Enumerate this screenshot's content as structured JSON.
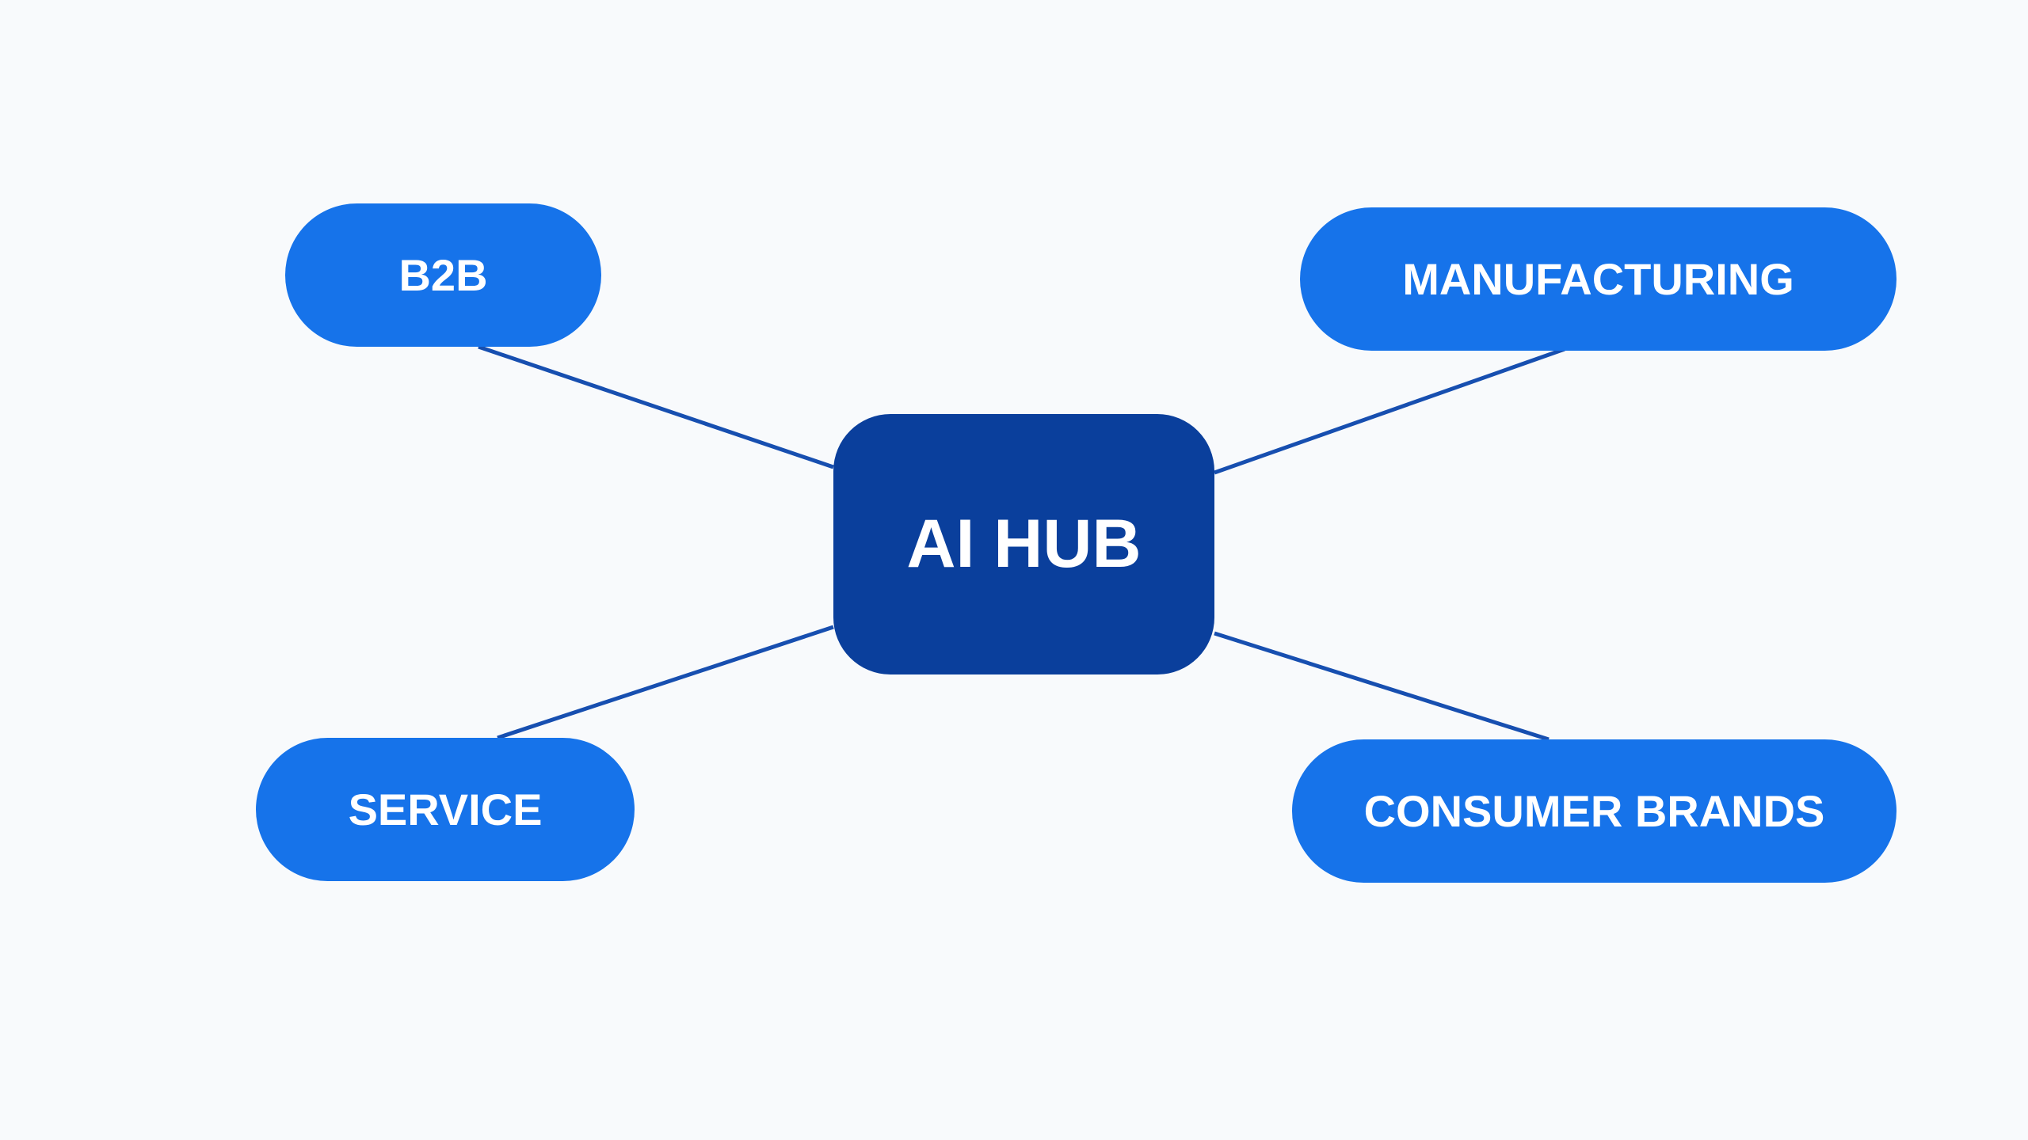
{
  "hub": {
    "label": "AI HUB",
    "color": "#0a3f9c"
  },
  "spokes": [
    {
      "id": "b2b",
      "label": "B2B"
    },
    {
      "id": "manufacturing",
      "label": "MANUFACTURING"
    },
    {
      "id": "service",
      "label": "SERVICE"
    },
    {
      "id": "consumer-brands",
      "label": "CONSUMER BRANDS"
    }
  ],
  "colors": {
    "spoke": "#1673ea",
    "connector": "#174fb0",
    "background": "#f8fafc"
  }
}
